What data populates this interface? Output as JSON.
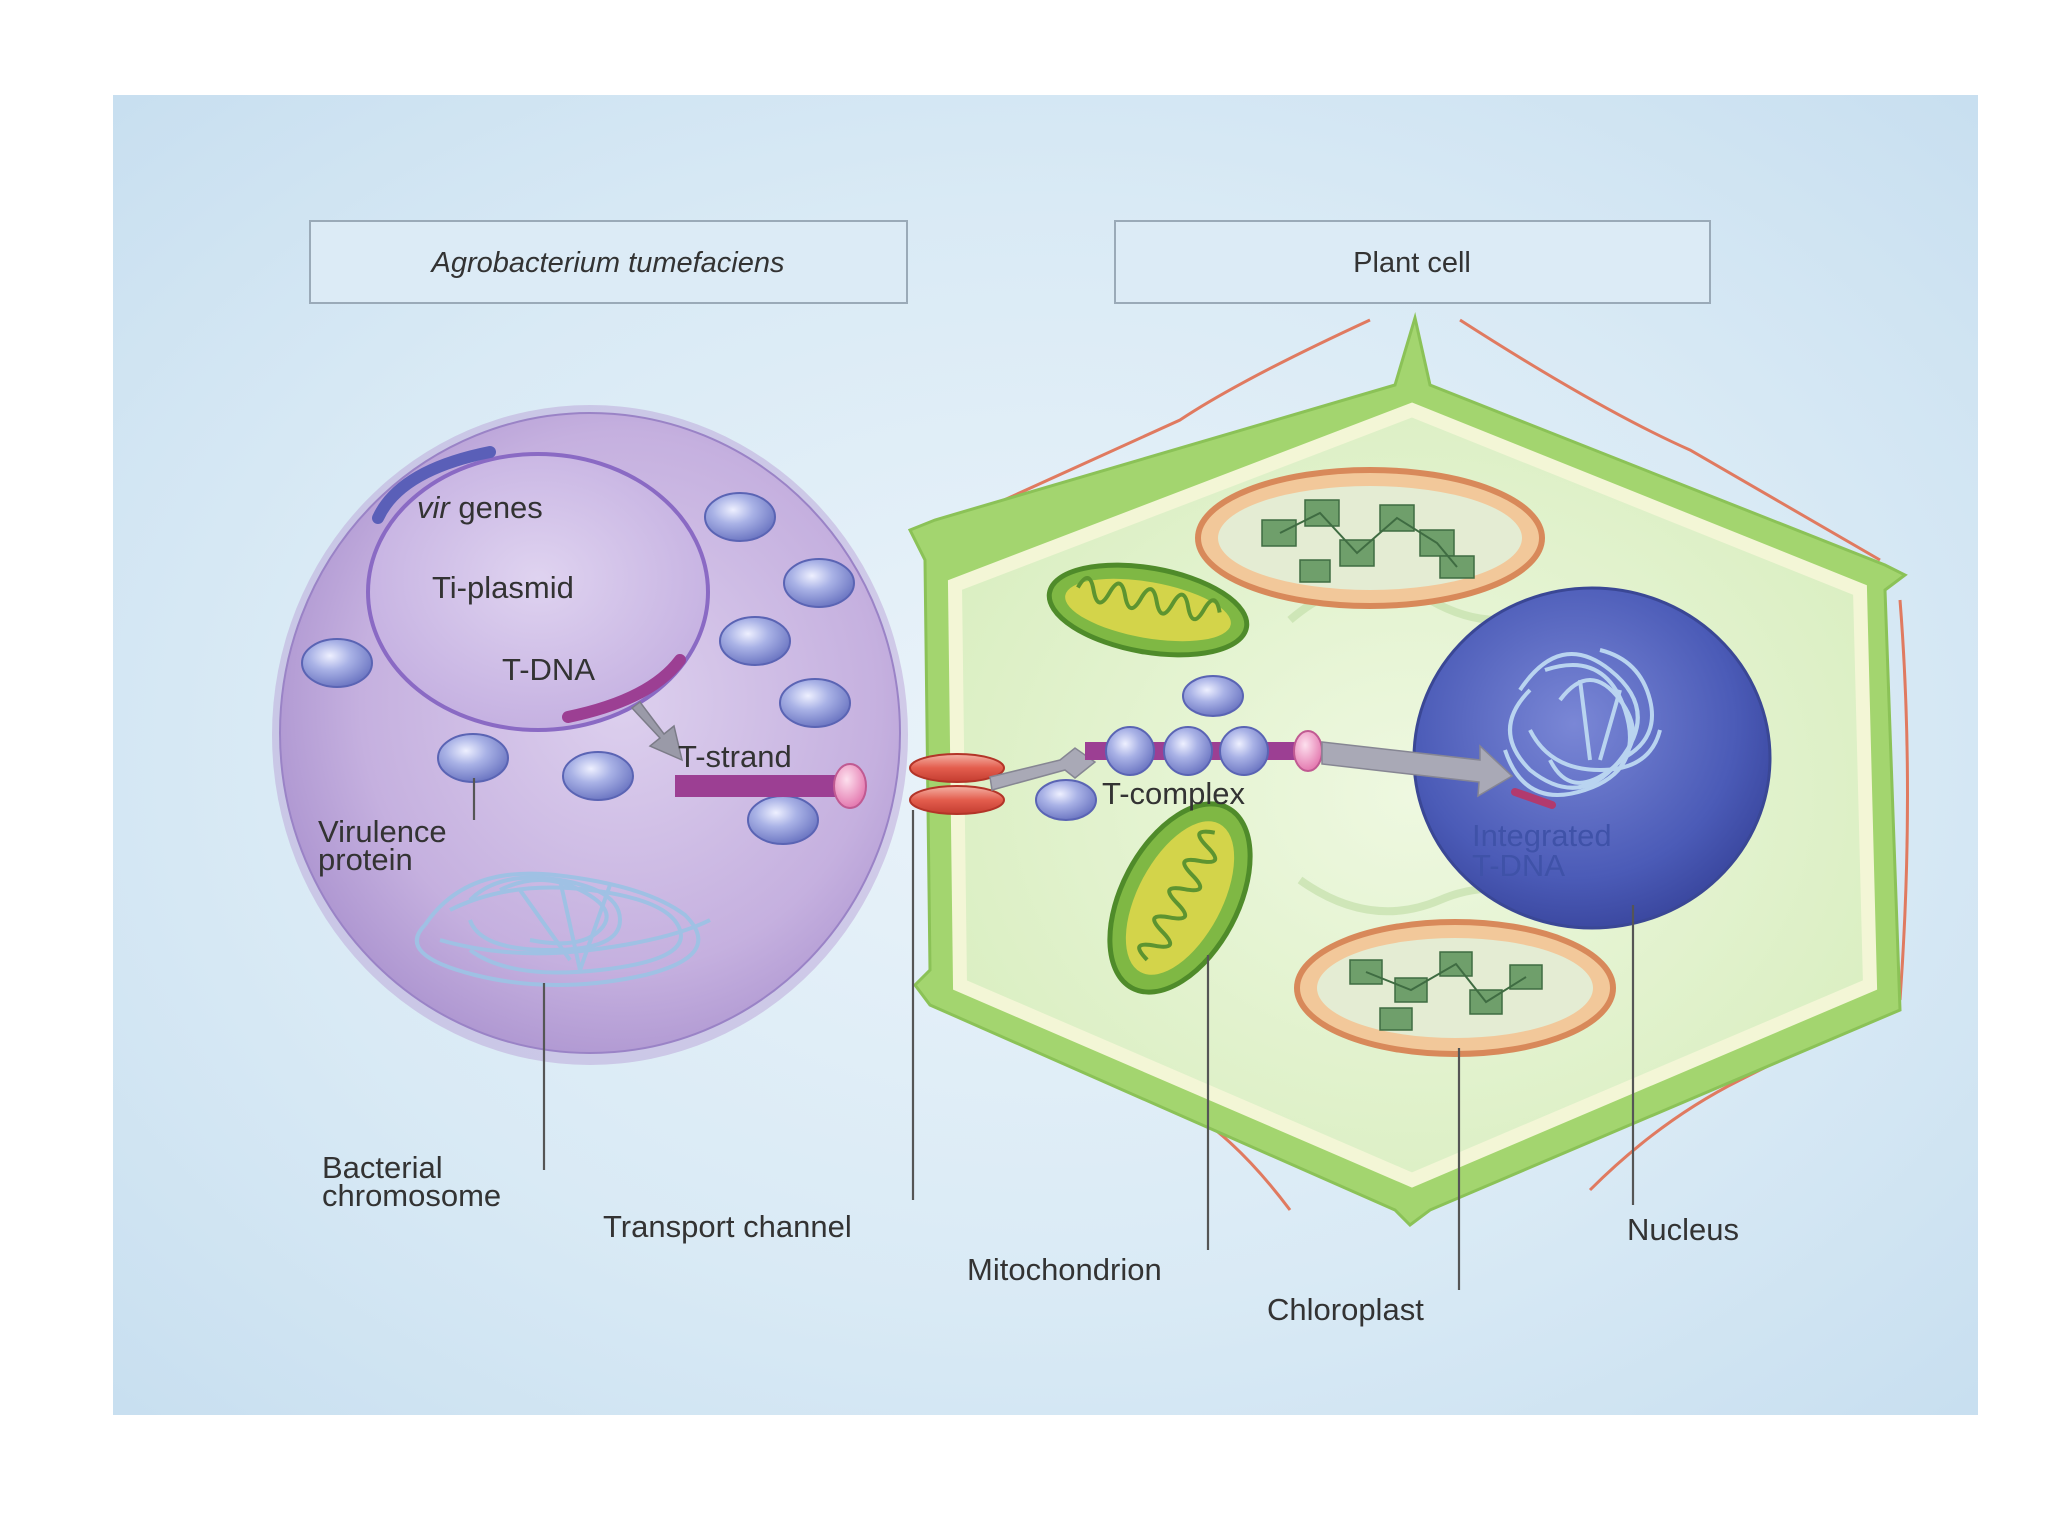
{
  "headers": {
    "bacterium": "Agrobacterium tumefaciens",
    "plant": "Plant cell"
  },
  "bacterium_labels": {
    "vir_genes": "vir genes",
    "ti_plasmid": "Ti-plasmid",
    "t_dna": "T-DNA",
    "t_strand": "T-strand",
    "virulence_line1": "Virulence",
    "virulence_line2": "protein",
    "chromosome_line1": "Bacterial",
    "chromosome_line2": "chromosome"
  },
  "plant_labels": {
    "t_complex": "T-complex",
    "integrated_line1": "Integrated",
    "integrated_line2": "T-DNA",
    "transport_channel": "Transport channel",
    "mitochondrion": "Mitochondrion",
    "chloroplast": "Chloroplast",
    "nucleus": "Nucleus"
  },
  "colors": {
    "background": "#d3e6f3",
    "bacterium_fill": "#c6b2e0",
    "plasmid_fill": "#cdbce6",
    "cell_wall": "#9fd06e",
    "cytoplasm": "#e2f2cc",
    "nucleus": "#4a5bb8",
    "t_dna": "#9c3f93",
    "protein": "#9fa9e0",
    "channel": "#e8756a"
  }
}
